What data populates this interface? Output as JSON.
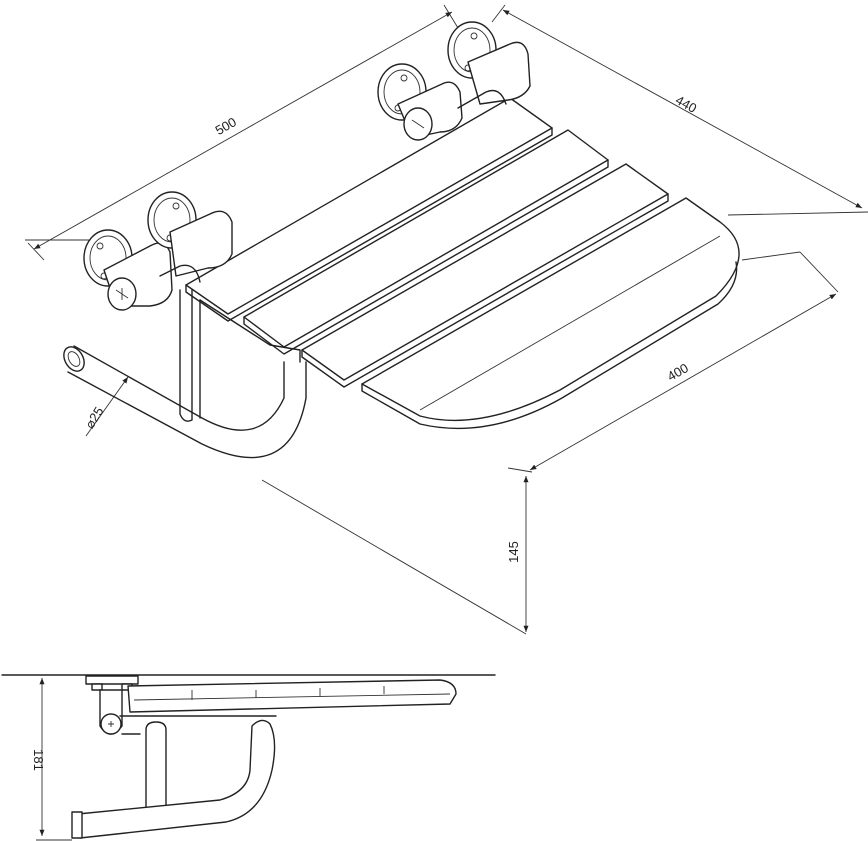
{
  "dimensions": {
    "width_500": "500",
    "depth_440": "440",
    "depth_400": "400",
    "height_145": "145",
    "tube_diameter": "⌀25",
    "side_height_181": "181"
  },
  "colors": {
    "line": "#222222",
    "background": "#ffffff"
  }
}
